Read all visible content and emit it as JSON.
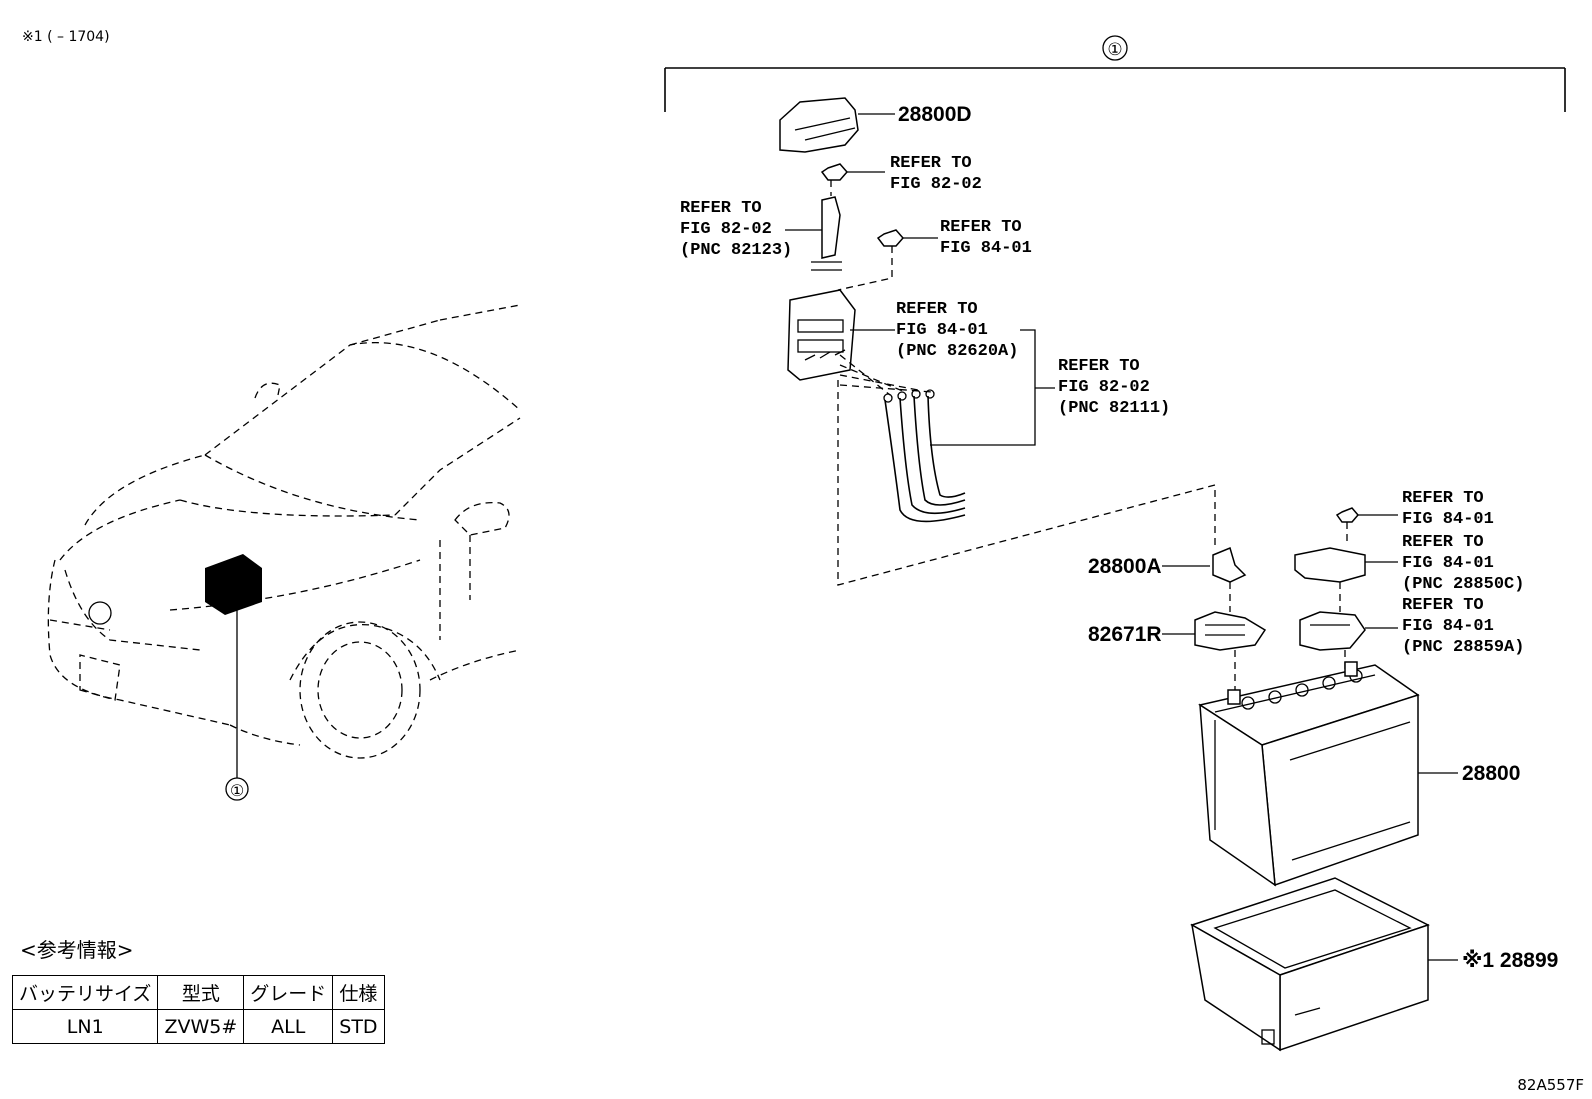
{
  "footnote": "※1 (   – 1704)",
  "diagram_id": "82A557F",
  "assembly_callout": "①",
  "locator_callout": "①",
  "parts": [
    {
      "id": "p-28800d",
      "label": "28800D"
    },
    {
      "id": "p-28800a",
      "label": "28800A"
    },
    {
      "id": "p-82671r",
      "label": "82671R"
    },
    {
      "id": "p-28800",
      "label": "28800"
    },
    {
      "id": "p-28899",
      "label": "※1 28899"
    }
  ],
  "references": [
    {
      "lines": [
        "REFER TO",
        "FIG 82-02"
      ]
    },
    {
      "lines": [
        "REFER TO",
        "FIG 82-02",
        "(PNC 82123)"
      ]
    },
    {
      "lines": [
        "REFER TO",
        "FIG 84-01"
      ]
    },
    {
      "lines": [
        "REFER TO",
        "FIG 84-01",
        "(PNC 82620A)"
      ]
    },
    {
      "lines": [
        "REFER TO",
        "FIG 82-02",
        "(PNC 82111)"
      ]
    },
    {
      "lines": [
        "REFER TO",
        "FIG 84-01"
      ]
    },
    {
      "lines": [
        "REFER TO",
        "FIG 84-01",
        "(PNC 28850C)"
      ]
    },
    {
      "lines": [
        "REFER TO",
        "FIG 84-01",
        "(PNC 28859A)"
      ]
    }
  ],
  "reference_info": {
    "title": "<参考情報>",
    "headers": [
      "バッテリサイズ",
      "型式",
      "グレード",
      "仕様"
    ],
    "row": [
      "LN1",
      "ZVW5#",
      "ALL",
      "STD"
    ]
  }
}
